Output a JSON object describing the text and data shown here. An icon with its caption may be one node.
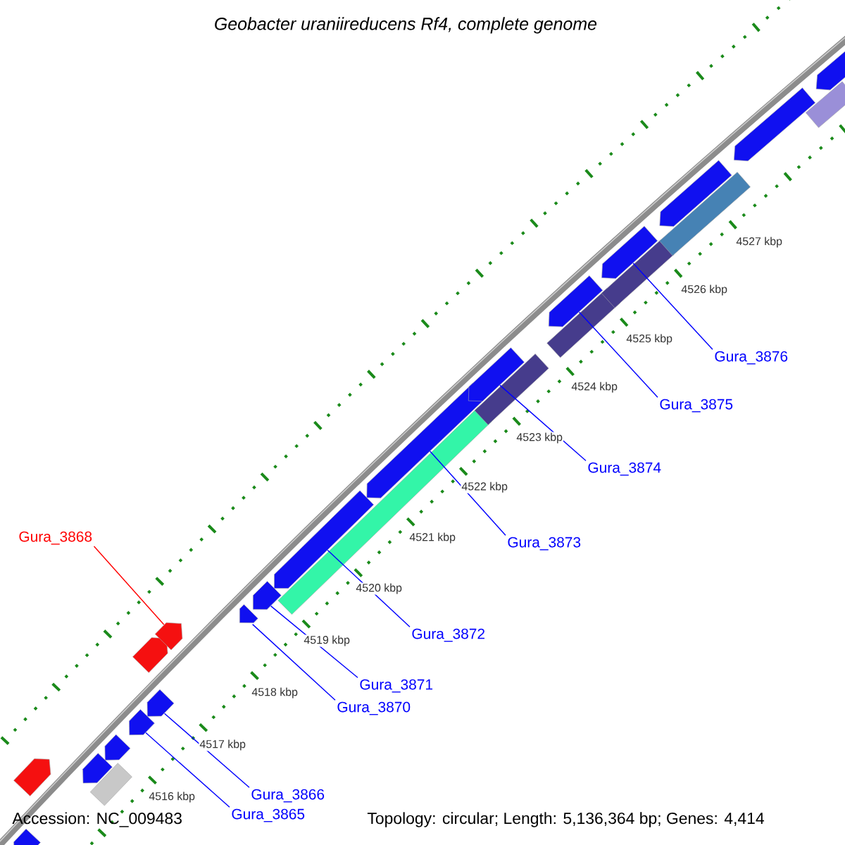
{
  "diagram": {
    "title": "Geobacter uraniireducens Rf4, complete genome",
    "nodes": [
      {
        "text": [
          "Gura_3876"
        ]
      },
      {
        "text": [
          "Gura_3875"
        ]
      },
      {
        "text": [
          "Gura_3874"
        ]
      },
      {
        "text": [
          "Gura_3868"
        ]
      },
      {
        "text": [
          "Gura_3873"
        ]
      },
      {
        "text": [
          "Gura_3872"
        ]
      },
      {
        "text": [
          "Gura_3871"
        ]
      },
      {
        "text": [
          "Gura_3870"
        ]
      },
      {
        "text": [
          "Gura_3866"
        ]
      },
      {
        "text": [
          "Gura_3865"
        ]
      },
      {
        "text": [],
        "shape": "arrow"
      },
      {
        "text": [],
        "shape": "arrow"
      },
      {
        "text": [],
        "shape": "arrow"
      },
      {
        "text": [],
        "shape": "box"
      },
      {
        "text": [],
        "shape": "arrow"
      },
      {
        "text": [],
        "shape": "arrow"
      },
      {
        "text": [],
        "shape": "arrow"
      },
      {
        "text": [],
        "shape": "arrow"
      },
      {
        "text": [],
        "shape": "arrow"
      },
      {
        "text": [],
        "shape": "arrow"
      },
      {
        "text": [],
        "shape": "arrow"
      },
      {
        "text": [],
        "shape": "arrow"
      },
      {
        "text": [],
        "shape": "box"
      },
      {
        "text": [],
        "shape": "arrow"
      },
      {
        "text": [],
        "shape": "arrow"
      },
      {
        "text": [],
        "shape": "box"
      },
      {
        "text": [],
        "shape": "arrow"
      },
      {
        "text": [],
        "shape": "box"
      },
      {
        "text": [],
        "shape": "arrow"
      },
      {
        "text": [],
        "shape": "box"
      },
      {
        "text": [],
        "shape": "arrow"
      },
      {
        "text": [],
        "shape": "box"
      },
      {
        "text": [],
        "shape": "arrow"
      },
      {
        "text": [],
        "shape": "arrow"
      },
      {
        "text": [],
        "shape": "box"
      }
    ],
    "edges": [
      {
        "from": 0,
        "to": 28,
        "arrow": "none"
      },
      {
        "from": 1,
        "to": 26,
        "arrow": "none"
      },
      {
        "from": 2,
        "to": 24,
        "arrow": "none"
      },
      {
        "from": 3,
        "to": 18,
        "arrow": "none",
        "color": "#ff0000"
      },
      {
        "from": 4,
        "to": 23,
        "arrow": "none"
      },
      {
        "from": 5,
        "to": 21,
        "arrow": "none"
      },
      {
        "from": 6,
        "to": 20,
        "arrow": "none"
      },
      {
        "from": 7,
        "to": 19,
        "arrow": "none"
      },
      {
        "from": 8,
        "to": 17,
        "arrow": "none"
      },
      {
        "from": 9,
        "to": 15,
        "arrow": "none"
      }
    ],
    "labels": [
      "4527 kbp",
      "4526 kbp",
      "4525 kbp",
      "4524 kbp",
      "4523 kbp",
      "4522 kbp",
      "4521 kbp",
      "4520 kbp",
      "4519 kbp",
      "4518 kbp",
      "4517 kbp",
      "4516 kbp",
      "Accession: NC_009483",
      "Topology: circular; Length: 5,136,364 bp; Genes: 4,414"
    ]
  }
}
